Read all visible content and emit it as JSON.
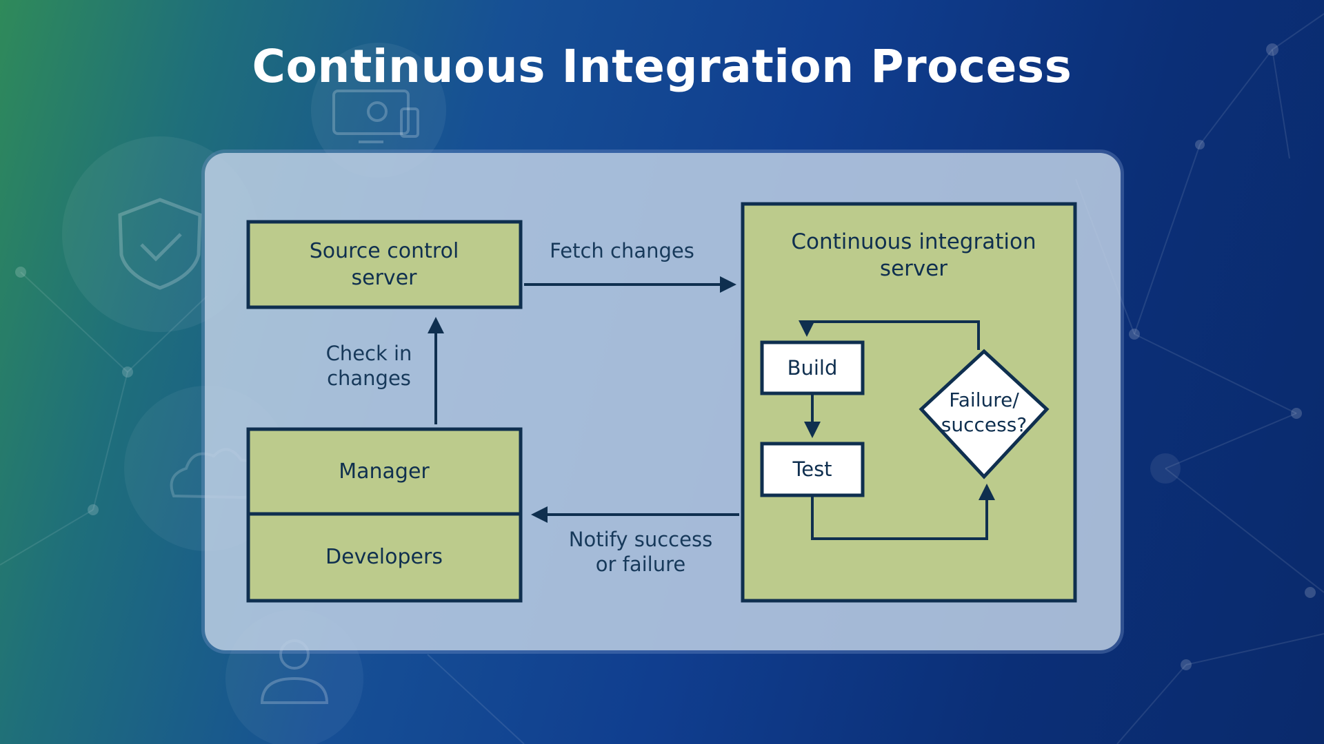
{
  "slide": {
    "title": "Continuous Integration Process"
  },
  "colors": {
    "box_fill": "#bccb8c",
    "box_stroke": "#0f2f4f",
    "white_fill": "#ffffff",
    "text": "#0f2f4f"
  },
  "icons": [
    "shield-check-icon",
    "monitor-gear-icon",
    "cloud-icon",
    "user-gear-icon"
  ],
  "diagram": {
    "source_control": {
      "line1": "Source control",
      "line2": "server"
    },
    "ci_server": {
      "line1": "Continuous integration",
      "line2": "server"
    },
    "manager": "Manager",
    "developers": "Developers",
    "build": "Build",
    "test": "Test",
    "decision": {
      "line1": "Failure/",
      "line2": "success?"
    },
    "edges": {
      "fetch": "Fetch changes",
      "check_in": {
        "line1": "Check in",
        "line2": "changes"
      },
      "notify": {
        "line1": "Notify success",
        "line2": "or failure"
      }
    }
  }
}
